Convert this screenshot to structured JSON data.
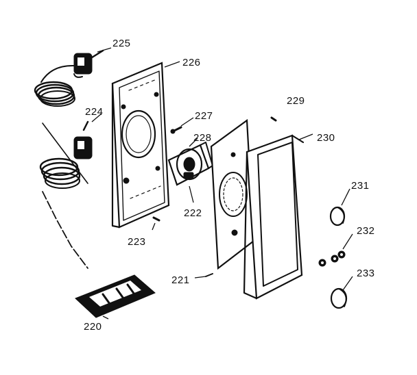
{
  "parts": [
    {
      "id": "p220",
      "number": "220"
    },
    {
      "id": "p221",
      "number": "221"
    },
    {
      "id": "p222",
      "number": "222"
    },
    {
      "id": "p223",
      "number": "223"
    },
    {
      "id": "p224",
      "number": "224"
    },
    {
      "id": "p225",
      "number": "225"
    },
    {
      "id": "p226",
      "number": "226"
    },
    {
      "id": "p227",
      "number": "227"
    },
    {
      "id": "p228",
      "number": "228"
    },
    {
      "id": "p229",
      "number": "229"
    },
    {
      "id": "p230",
      "number": "230"
    },
    {
      "id": "p231",
      "number": "231"
    },
    {
      "id": "p232",
      "number": "232"
    },
    {
      "id": "p233",
      "number": "233"
    }
  ],
  "colors": {
    "ink": "#111111",
    "paper": "#ffffff"
  }
}
